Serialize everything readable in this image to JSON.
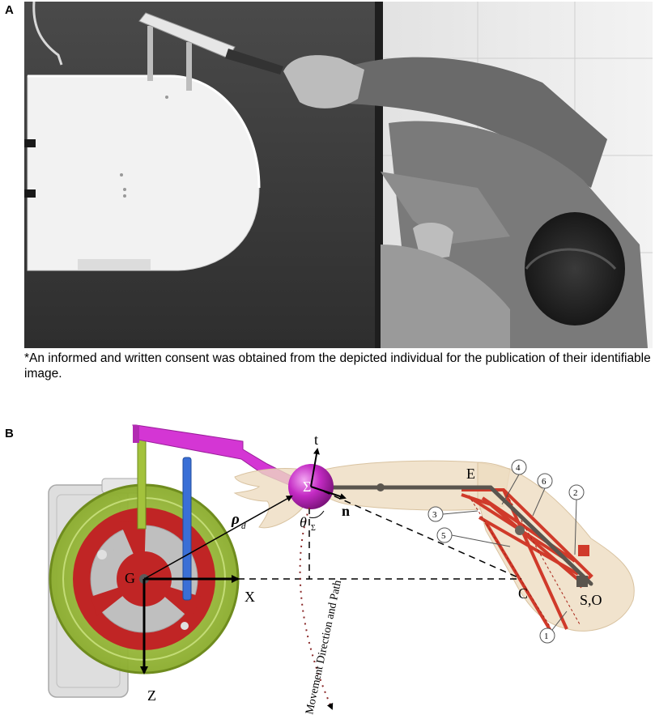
{
  "panel_a": {
    "letter": "A",
    "caption": "*An informed and written consent was obtained from the depicted individual for the publication of their identifiable image."
  },
  "panel_b": {
    "letter": "B",
    "labels": {
      "sigma": "Σ",
      "t": "t",
      "n": "n",
      "theta": "θ",
      "theta_sub": "Σ",
      "rho": "ρ",
      "rho_sub": "d",
      "G": "G",
      "X": "X",
      "Z": "Z",
      "E": "E",
      "C": "C",
      "SO": "S,O",
      "path": "Movement Direction and Path"
    },
    "markers": [
      "1",
      "2",
      "3",
      "4",
      "5",
      "6"
    ]
  },
  "colors": {
    "robot_base": "#9ebf3a",
    "robot_disc": "#c02525",
    "handle": "#d436d4",
    "end_effector": "#c42bc4",
    "upright_blue": "#3a6fd6",
    "arm_skin": "#eedcc0",
    "linkage": "#d03a2a",
    "rod": "#5a554e"
  }
}
